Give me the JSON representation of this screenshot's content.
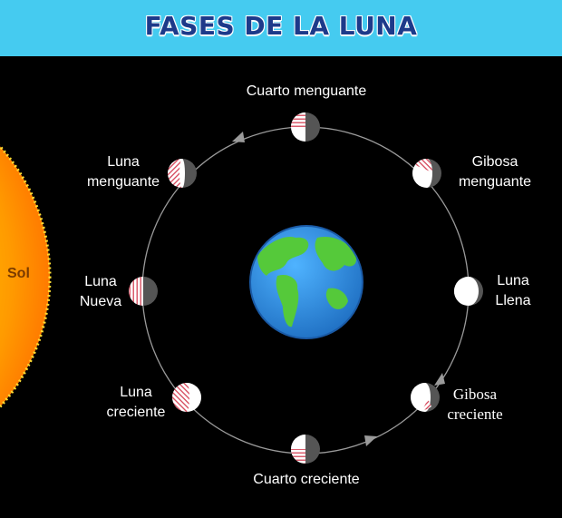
{
  "header": {
    "title": "FASES DE LA LUNA"
  },
  "sun": {
    "label": "Sol",
    "color": "#ffc400"
  },
  "earth": {
    "ocean_color": "#2b8fe0",
    "land_color": "#55c93a"
  },
  "moon": {
    "dark_color": "#555555",
    "light_color": "#ffffff",
    "hatch_color": "#d2354a"
  },
  "phases": {
    "cuarto_menguante": {
      "label": "Cuarto menguante"
    },
    "gibosa_menguante": {
      "line1": "Gibosa",
      "line2": "menguante"
    },
    "luna_llena": {
      "line1": "Luna",
      "line2": "Llena"
    },
    "gibosa_creciente": {
      "line1": "Gibosa",
      "line2": "creciente"
    },
    "cuarto_creciente": {
      "label": "Cuarto creciente"
    },
    "luna_creciente": {
      "line1": "Luna",
      "line2": "creciente"
    },
    "luna_nueva": {
      "line1": "Luna",
      "line2": "Nueva"
    },
    "luna_menguante": {
      "line1": "Luna",
      "line2": "menguante"
    }
  }
}
